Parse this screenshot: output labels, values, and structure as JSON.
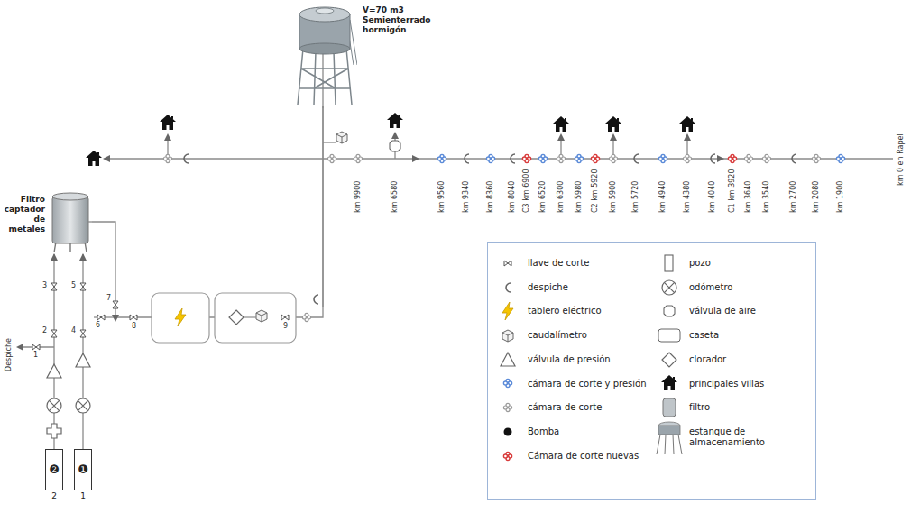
{
  "diagram": {
    "nodes": [
      {
        "text": [
          "V=70 m3 Semienterrado hormigón"
        ]
      },
      {
        "text": [
          "Filtro captador de metales"
        ]
      },
      {
        "text": [
          "❷",
          "2"
        ]
      },
      {
        "text": [
          "❶",
          "1"
        ]
      }
    ],
    "edges": [
      {
        "from": 2,
        "to": 1,
        "arrow": "to"
      },
      {
        "from": 3,
        "to": 1,
        "arrow": "to"
      },
      {
        "from": 1,
        "to": 0,
        "arrow": "none"
      }
    ],
    "labels": [
      "Despiche",
      "1",
      "2",
      "3",
      "4",
      "5",
      "7",
      "6",
      "8",
      "9",
      "km 9900",
      "km 6580",
      "km 9560",
      "km 9340",
      "km 8360",
      "km 8040",
      "C3 km 6900",
      "km 6520",
      "km 6300",
      "km 5980",
      "C2 km 5920",
      "km 5900",
      "km 5720",
      "km 4940",
      "km 4380",
      "km 4040",
      "C1 km 3920",
      "km 3640",
      "km 3540",
      "km 2700",
      "km 2080",
      "km 1900",
      "km 0 en Rapel"
    ],
    "legend": [
      {
        "text": "llave de corte"
      },
      {
        "text": "despiche"
      },
      {
        "text": "tablero eléctrico"
      },
      {
        "text": "caudalímetro"
      },
      {
        "text": "válvula de presión"
      },
      {
        "text": "cámara de corte y presión"
      },
      {
        "text": "cámara de corte"
      },
      {
        "text": "Bomba"
      },
      {
        "text": "Cámara de corte nuevas"
      },
      {
        "text": "pozo"
      },
      {
        "text": "odómetro"
      },
      {
        "text": "válvula de aire"
      },
      {
        "text": "caseta"
      },
      {
        "text": "clorador"
      },
      {
        "text": "principales villas"
      },
      {
        "text": "filtro"
      },
      {
        "text": "estanque de almacenamiento"
      }
    ]
  }
}
